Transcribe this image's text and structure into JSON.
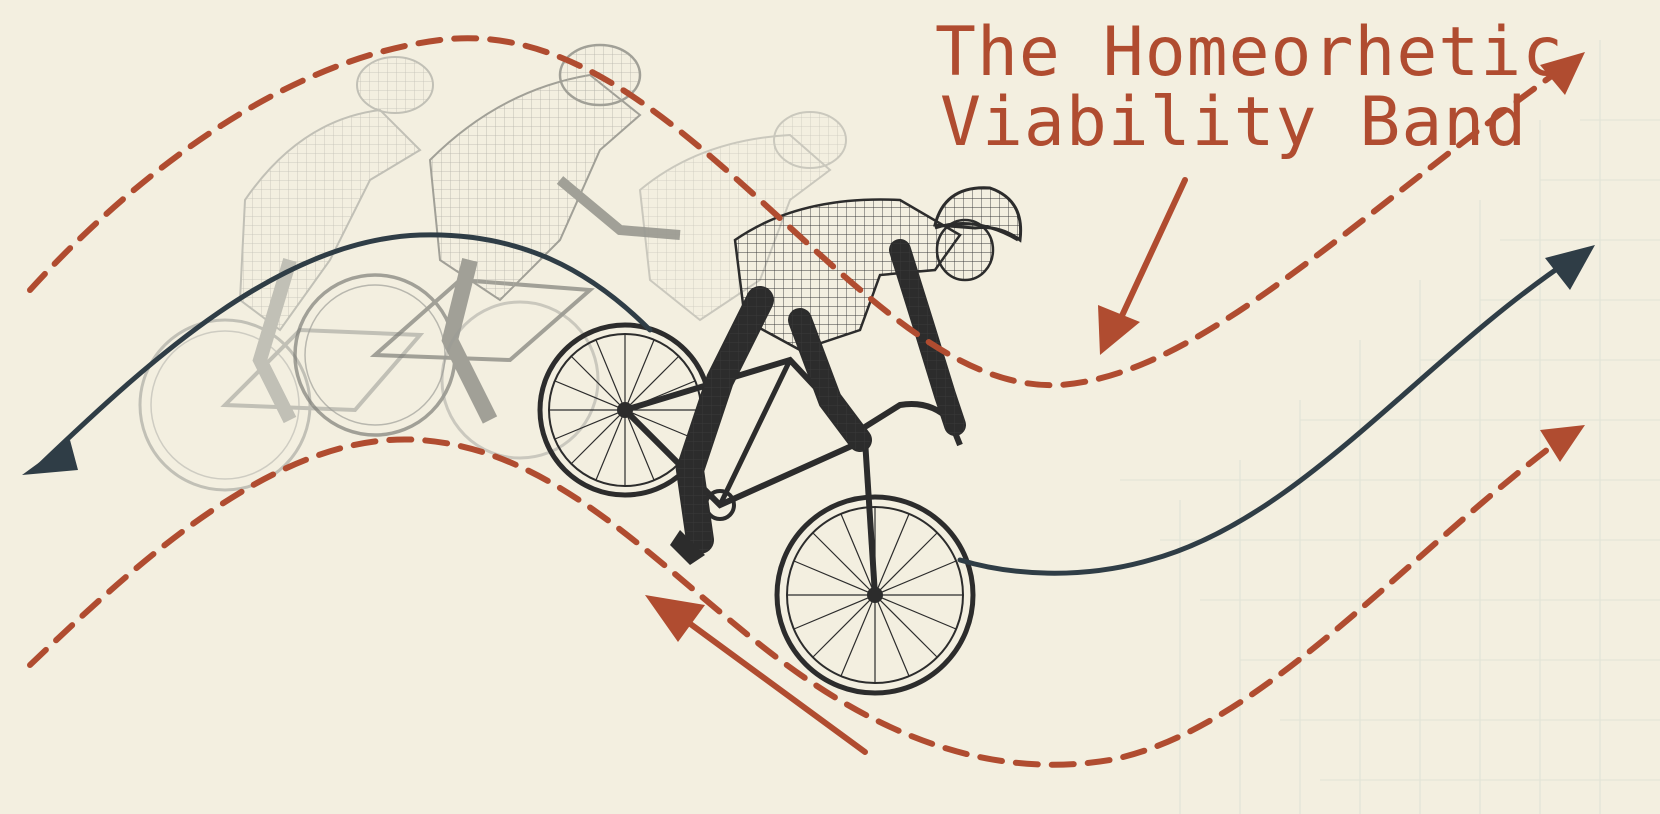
{
  "diagram": {
    "title_line1": "The Homeorhetic",
    "title_line2": "Viability Band",
    "colors": {
      "background": "#f3efe0",
      "band_boundary": "#b04c30",
      "trajectory": "#2f3d46",
      "rider_main": "#2c2c2c",
      "rider_ghost": "#8a8a84",
      "grid": "#e2e4d8"
    },
    "figures": [
      {
        "name": "rider-current",
        "style": "solid"
      },
      {
        "name": "rider-ghost",
        "style": "faded"
      },
      {
        "name": "rider-ghost",
        "style": "faded"
      },
      {
        "name": "rider-ghost",
        "style": "faded"
      }
    ]
  }
}
